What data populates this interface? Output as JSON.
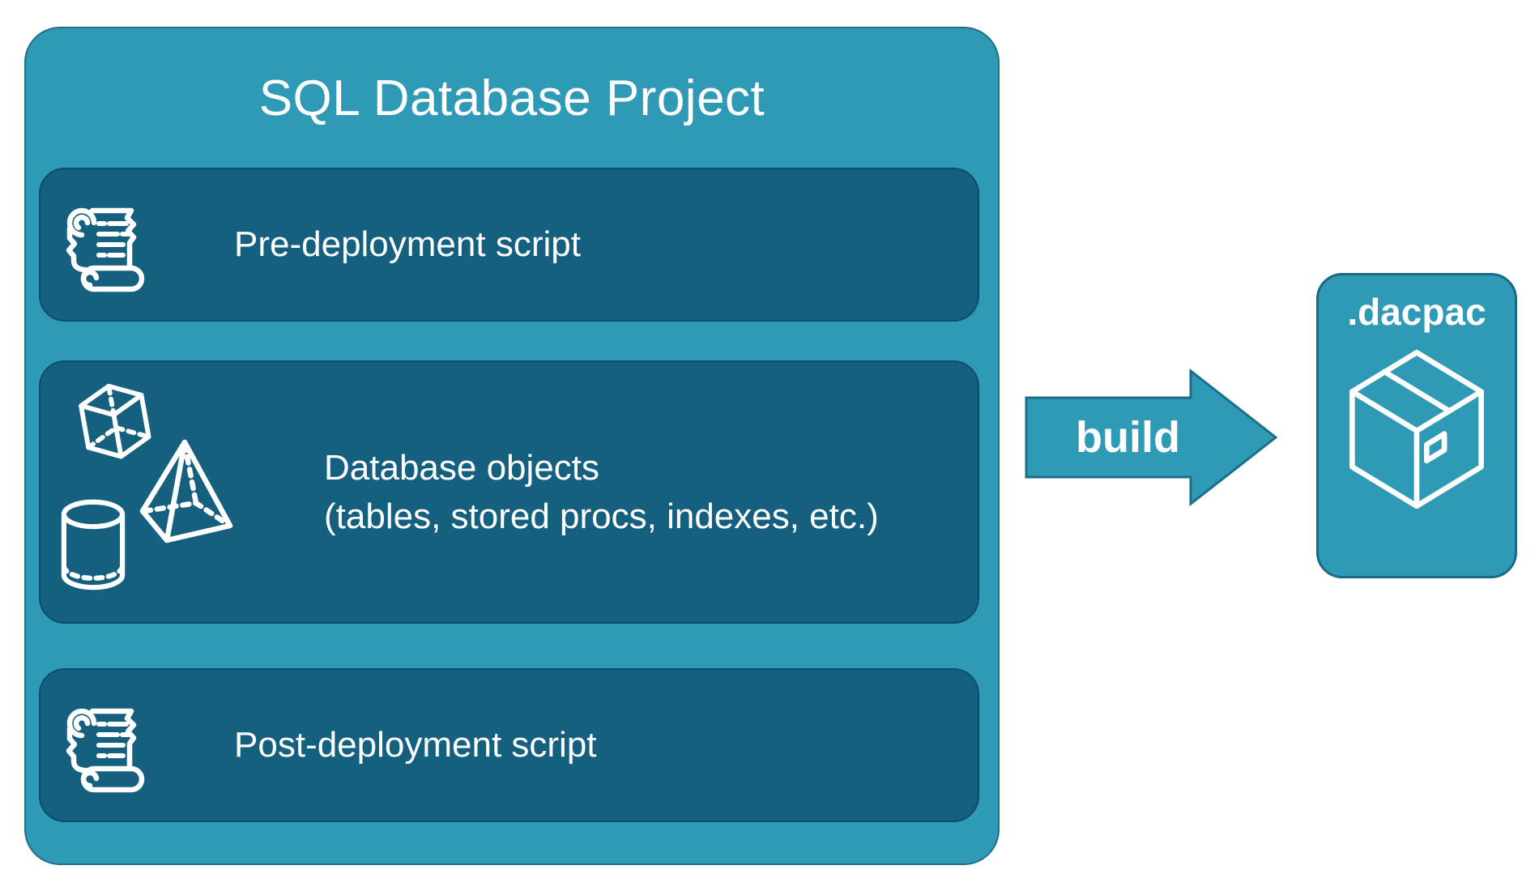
{
  "colors": {
    "teal": "#2E9AB5",
    "teal_border": "#1E7089",
    "dark_blue": "#15607F",
    "dark_blue_border": "#0D4C6D",
    "text": "#FFFFFF"
  },
  "project": {
    "title": "SQL Database Project",
    "rows": [
      {
        "id": "pre-deployment",
        "icon": "scroll-icon",
        "label": "Pre-deployment script"
      },
      {
        "id": "database-objects",
        "icon": "3d-shapes-icon",
        "label_line1": "Database objects",
        "label_line2": "(tables, stored procs, indexes, etc.)"
      },
      {
        "id": "post-deployment",
        "icon": "scroll-icon",
        "label": "Post-deployment script"
      }
    ]
  },
  "arrow": {
    "label": "build",
    "direction": "right"
  },
  "output": {
    "title": ".dacpac",
    "icon": "package-icon"
  }
}
